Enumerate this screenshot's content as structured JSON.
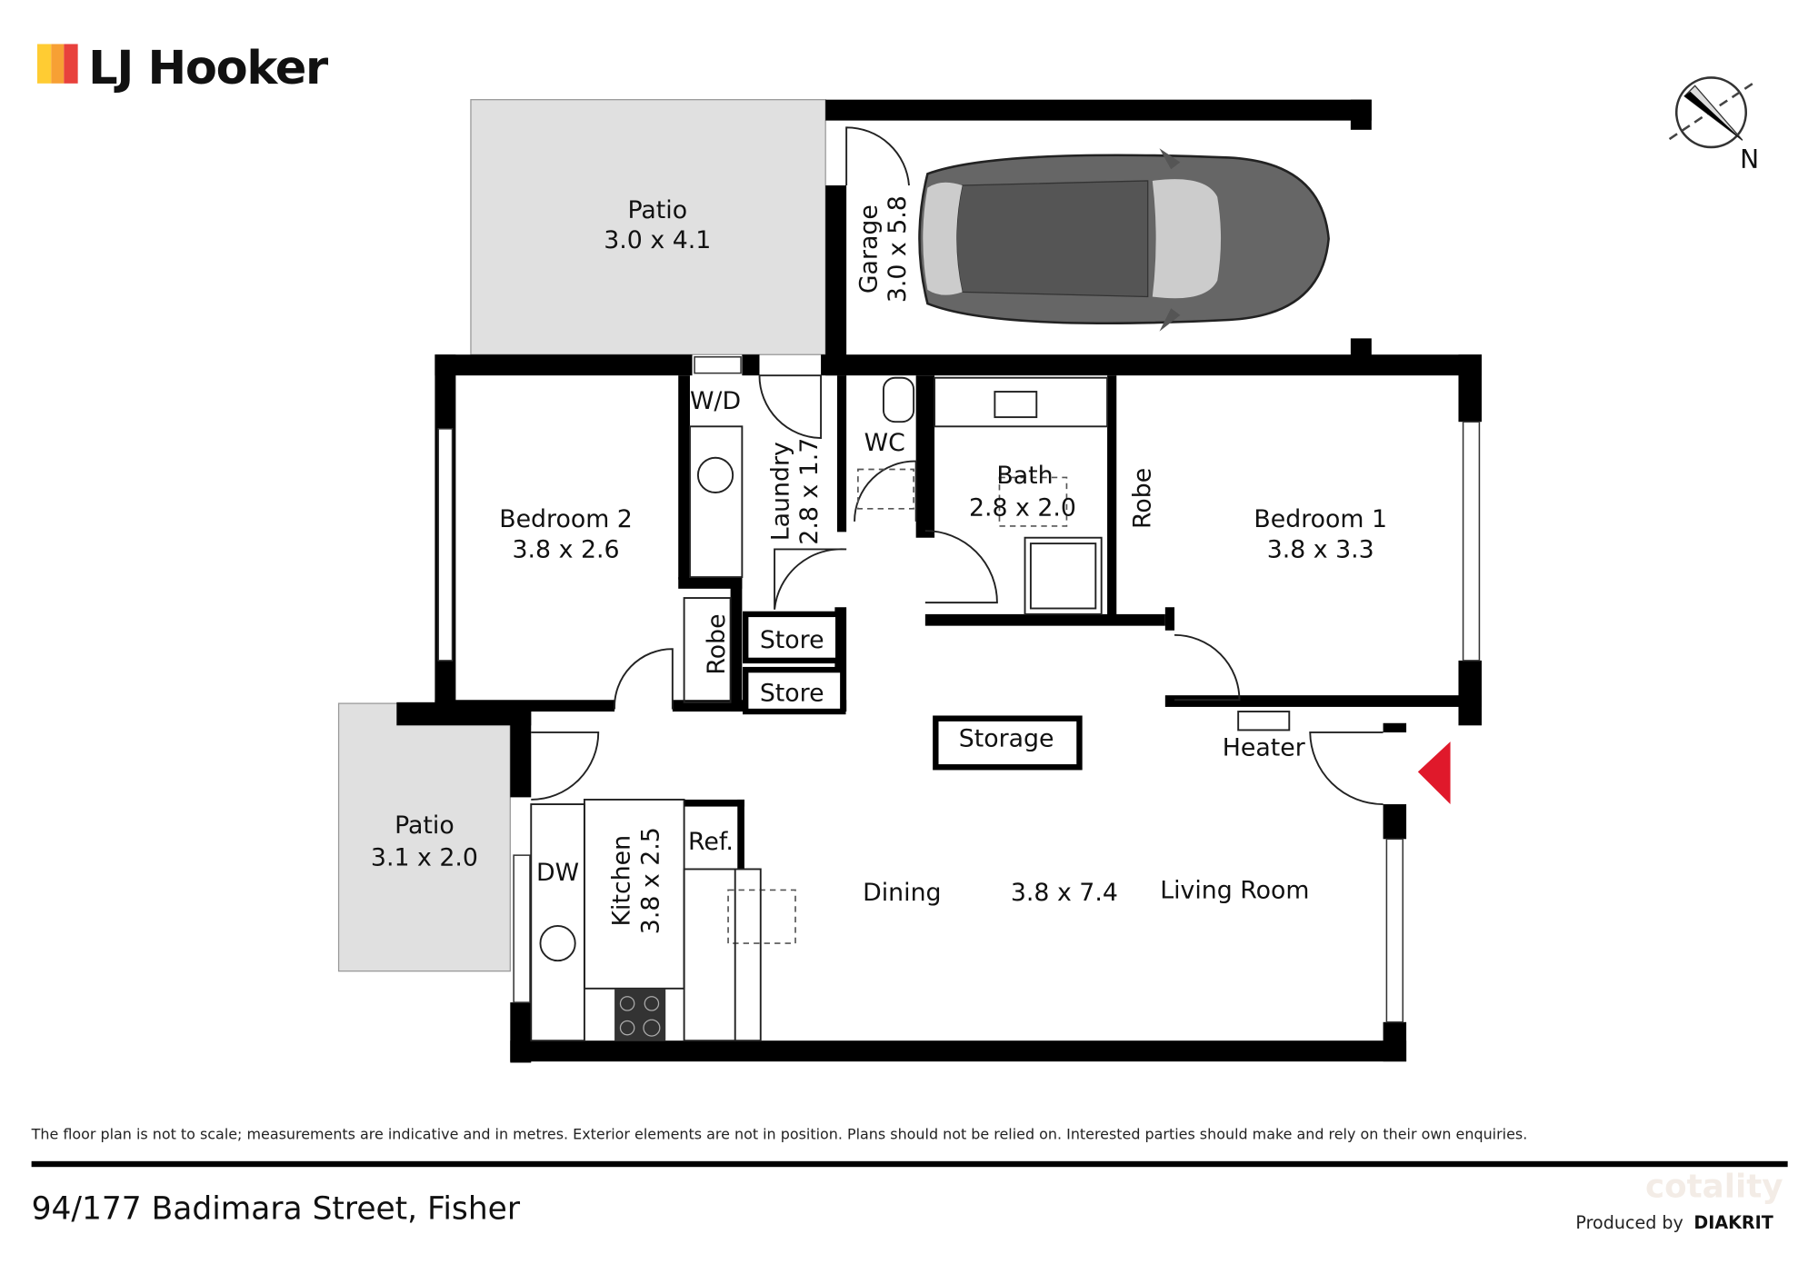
{
  "brand": {
    "name": "LJ Hooker",
    "colors": [
      "#FFCC33",
      "#F7A034",
      "#E8413C"
    ]
  },
  "compass": {
    "label": "N"
  },
  "rooms": {
    "patio_top": {
      "name": "Patio",
      "dims": "3.0 x 4.1"
    },
    "garage": {
      "name": "Garage",
      "dims": "3.0 x 5.8"
    },
    "bedroom2": {
      "name": "Bedroom 2",
      "dims": "3.8 x 2.6"
    },
    "laundry": {
      "name": "Laundry",
      "dims": "2.8 x 1.7"
    },
    "wc": {
      "name": "WC"
    },
    "bath": {
      "name": "Bath",
      "dims": "2.8 x 2.0"
    },
    "robe1": {
      "name": "Robe"
    },
    "bedroom1": {
      "name": "Bedroom 1",
      "dims": "3.8 x 3.3"
    },
    "wd": {
      "name": "W/D"
    },
    "robe2": {
      "name": "Robe"
    },
    "store1": {
      "name": "Store"
    },
    "store2": {
      "name": "Store"
    },
    "storage": {
      "name": "Storage"
    },
    "heater": {
      "name": "Heater"
    },
    "patio_left": {
      "name": "Patio",
      "dims": "3.1 x 2.0"
    },
    "dw": {
      "name": "DW"
    },
    "kitchen": {
      "name": "Kitchen",
      "dims": "3.8 x 2.5"
    },
    "ref": {
      "name": "Ref."
    },
    "dining": {
      "name": "Dining"
    },
    "living_dims": {
      "dims": "3.8 x 7.4"
    },
    "living": {
      "name": "Living Room"
    }
  },
  "entrance_marker_color": "#E0192B",
  "footer": {
    "disclaimer": "The floor plan is not to scale; measurements are indicative and in metres. Exterior elements are not in position. Plans should not be relied on. Interested parties should make and rely on their own enquiries.",
    "address": "94/177 Badimara Street, Fisher",
    "produced_by": "Produced by",
    "producer": "DIAKRIT",
    "watermark": "cotality"
  }
}
